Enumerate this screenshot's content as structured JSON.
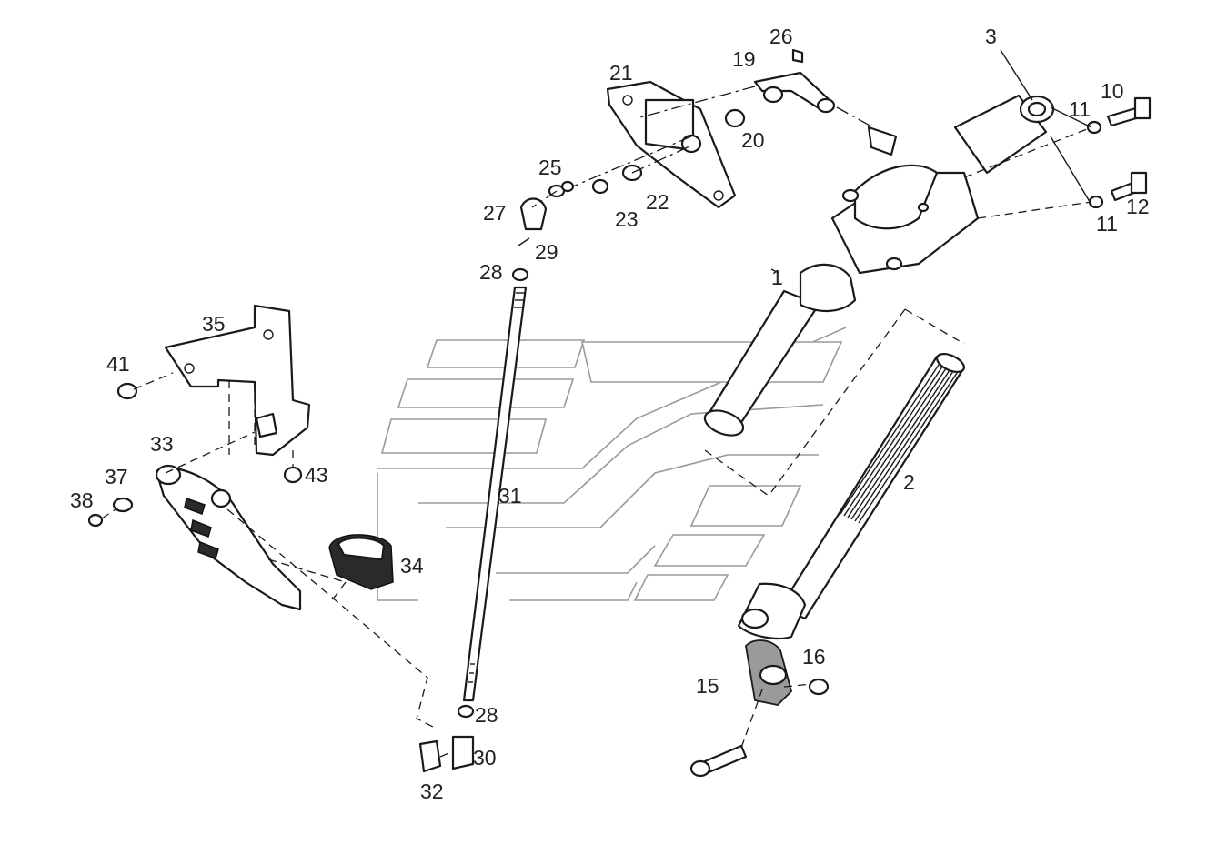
{
  "callouts": [
    {
      "id": "p1",
      "text": "1"
    },
    {
      "id": "p2",
      "text": "2"
    },
    {
      "id": "p3",
      "text": "3"
    },
    {
      "id": "p10",
      "text": "10"
    },
    {
      "id": "p11a",
      "text": "11"
    },
    {
      "id": "p11b",
      "text": "11"
    },
    {
      "id": "p12",
      "text": "12"
    },
    {
      "id": "p15",
      "text": "15"
    },
    {
      "id": "p16",
      "text": "16"
    },
    {
      "id": "p19",
      "text": "19"
    },
    {
      "id": "p20",
      "text": "20"
    },
    {
      "id": "p21",
      "text": "21"
    },
    {
      "id": "p22",
      "text": "22"
    },
    {
      "id": "p23",
      "text": "23"
    },
    {
      "id": "p25",
      "text": "25"
    },
    {
      "id": "p26",
      "text": "26"
    },
    {
      "id": "p27",
      "text": "27"
    },
    {
      "id": "p28a",
      "text": "28"
    },
    {
      "id": "p28b",
      "text": "28"
    },
    {
      "id": "p29",
      "text": "29"
    },
    {
      "id": "p30",
      "text": "30"
    },
    {
      "id": "p31",
      "text": "31"
    },
    {
      "id": "p32",
      "text": "32"
    },
    {
      "id": "p33",
      "text": "33"
    },
    {
      "id": "p34",
      "text": "34"
    },
    {
      "id": "p35",
      "text": "35"
    },
    {
      "id": "p37",
      "text": "37"
    },
    {
      "id": "p38",
      "text": "38"
    },
    {
      "id": "p41",
      "text": "41"
    },
    {
      "id": "p43",
      "text": "43"
    }
  ]
}
